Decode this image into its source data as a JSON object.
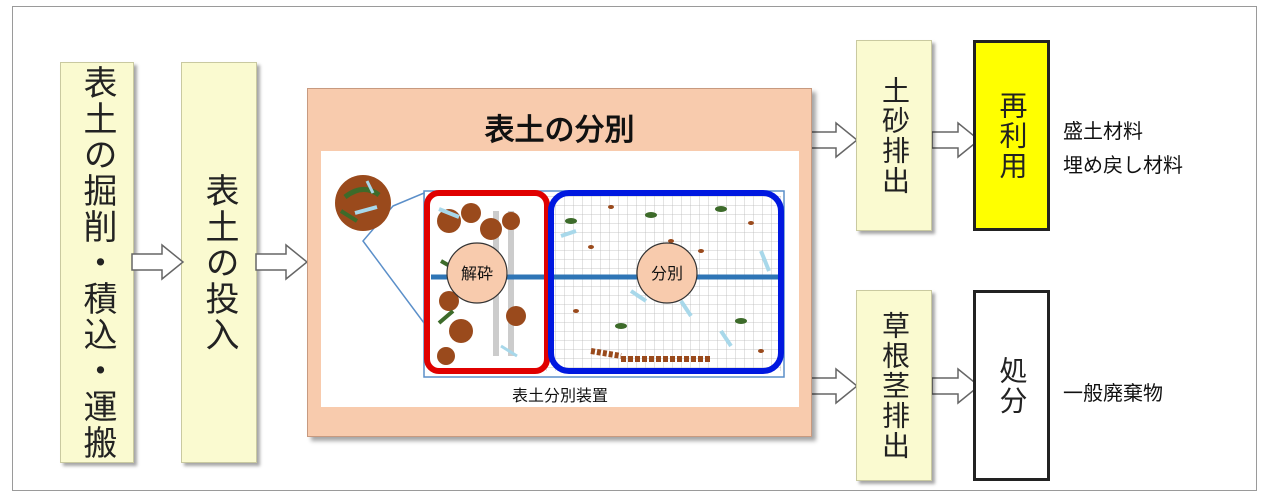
{
  "steps": {
    "excavation": "表土の掘削・積込・運搬",
    "input": "表土の投入"
  },
  "separation": {
    "title": "表土の分別",
    "device_caption": "表土分別装置",
    "crush_label": "解砕",
    "sort_label": "分別"
  },
  "outputs": {
    "soil_discharge": "土砂排出",
    "reuse": "再利用",
    "reuse_uses": [
      "盛土材料",
      "埋め戻し材料"
    ],
    "roots_discharge": "草根茎排出",
    "disposal": "処分",
    "disposal_type": "一般廃棄物"
  },
  "colors": {
    "step_fill": "#fafad0",
    "center_fill": "#f8cbad",
    "reuse_fill": "#ffff00",
    "crush_frame": "#e00000",
    "sort_frame": "#0018e0",
    "soil_particle": "#9a4a1c",
    "leaf": "#3d6b2a",
    "root_fragment": "#a8d8ea"
  }
}
